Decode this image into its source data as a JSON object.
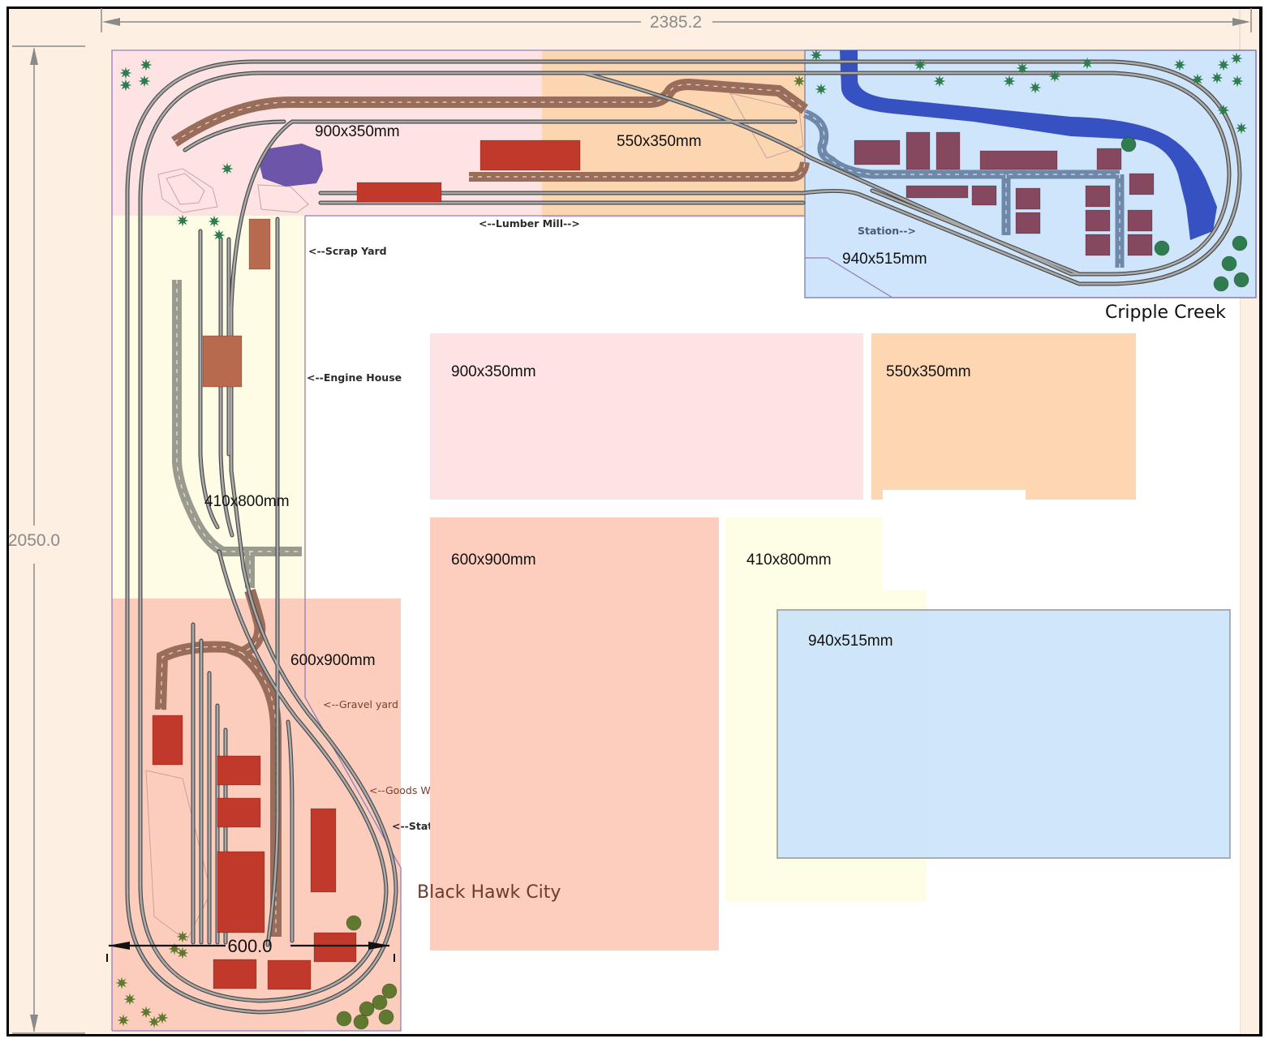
{
  "dimensions": {
    "width_label": "2385.2",
    "height_label": "2050.0",
    "loop_width_label": "600.0"
  },
  "towns": [
    {
      "name": "Cripple Creek",
      "color": "#111111"
    },
    {
      "name": "Black Hawk City",
      "color": "#111111",
      "overlap_color": "#6e3a2c"
    }
  ],
  "layout_boards": [
    {
      "id": "top-left",
      "label": "900x350mm",
      "color": "#fde3e3"
    },
    {
      "id": "top-middle",
      "label": "550x350mm",
      "color": "#fcd6b0"
    },
    {
      "id": "right-end",
      "label": "940x515mm",
      "color": "#cfe5fb"
    },
    {
      "id": "left-middle",
      "label": "410x800mm",
      "color": "#fefce4"
    },
    {
      "id": "bottom-left",
      "label": "600x900mm",
      "color": "#fcccbc"
    }
  ],
  "loose_boards": [
    {
      "id": "loose-900x350",
      "label": "900x350mm",
      "color": "#fde3e3"
    },
    {
      "id": "loose-550x350",
      "label": "550x350mm",
      "color": "#fdd7b1"
    },
    {
      "id": "loose-600x900",
      "label": "600x900mm",
      "color": "#fdcdbd"
    },
    {
      "id": "loose-410x800",
      "label": "410x800mm",
      "color": "#fefde6"
    },
    {
      "id": "loose-940x515",
      "label": "940x515mm",
      "color": "#cbe4fb"
    }
  ],
  "area_labels": [
    {
      "id": "lumber-mill",
      "text": "<--Lumber Mill-->"
    },
    {
      "id": "scrap-yard",
      "text": "<--Scrap Yard"
    },
    {
      "id": "engine-house",
      "text": "<--Engine House"
    },
    {
      "id": "gravel-yard",
      "text": "<--Gravel yard"
    },
    {
      "id": "goods-wharehouse",
      "text": "<--Goods Wharehouse"
    },
    {
      "id": "station-black-hawk",
      "text": "<--Station"
    },
    {
      "id": "station-cripple-creek",
      "text": "Station-->"
    }
  ],
  "colors": {
    "track_rail": "#4a4a4a",
    "track_bed": "#a9a9a9",
    "road_brown": "#9a6d5a",
    "road_blue": "#6d88a8",
    "road_grey": "#9a9b8c",
    "building_red": "#c0392b",
    "building_maroon": "#85485e",
    "building_brown": "#b86a4e",
    "river": "#3652c2",
    "pond": "#6d56a9",
    "tree_green": "#2f7d4f",
    "tree_olive": "#5f7a2e"
  }
}
